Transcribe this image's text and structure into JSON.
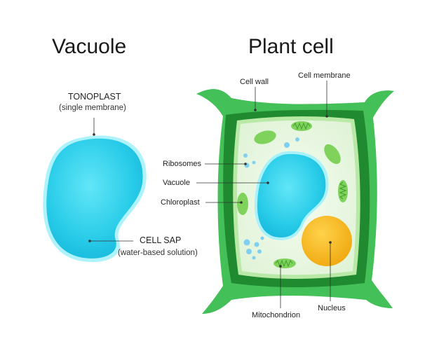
{
  "titles": {
    "vacuole": "Vacuole",
    "plant_cell": "Plant cell"
  },
  "vacuole_labels": {
    "tonoplast": "TONOPLAST",
    "tonoplast_note": "(single membrane)",
    "cell_sap": "CELL SAP",
    "cell_sap_note": "(water-based solution)"
  },
  "plant_cell_labels": {
    "cell_wall": "Cell wall",
    "cell_membrane": "Cell membrane",
    "ribosomes": "Ribosomes",
    "vacuole": "Vacuole",
    "chloroplast": "Chloroplast",
    "mitochondrion": "Mitochondrion",
    "nucleus": "Nucleus"
  },
  "colors": {
    "vacuole_fill": "#2fd3ee",
    "vacuole_edge": "#9ef0fb",
    "cell_wall_dark": "#1f8a2f",
    "cell_wall_light": "#46c25a",
    "cytoplasm": "#eaf7e4",
    "chloroplast": "#7fd35c",
    "nucleus": "#f7b81f",
    "ribosome": "#7fd0f0"
  }
}
